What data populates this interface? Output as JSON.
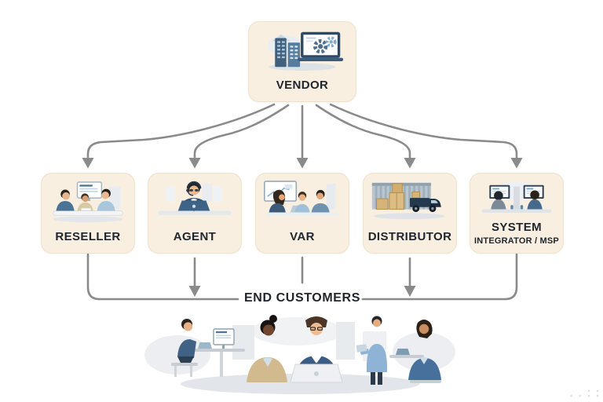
{
  "colors": {
    "background": "#ffffff",
    "box_fill": "#f8efe1",
    "box_border": "#efe1ca",
    "connector": "#8a8a8a",
    "label_text": "#20262e"
  },
  "vendor": {
    "label": "VENDOR",
    "icon": "vendor-building-laptop-gears-icon"
  },
  "channels": [
    {
      "label": "RESELLER",
      "icon": "reseller-sales-meeting-icon"
    },
    {
      "label": "AGENT",
      "icon": "agent-headset-laptop-icon"
    },
    {
      "label": "VAR",
      "icon": "var-team-presentation-icon"
    },
    {
      "label": "DISTRIBUTOR",
      "icon": "distributor-warehouse-truck-icon"
    },
    {
      "label": "SYSTEM",
      "label_line2": "INTEGRATOR / MSP",
      "icon": "system-integrator-dual-workstation-icon"
    }
  ],
  "end_customers": {
    "label": "END CUSTOMERS",
    "icon": "end-customers-office-team-illustration"
  },
  "watermark": {
    "row1": "× ×",
    "row2": "× × × ×"
  }
}
